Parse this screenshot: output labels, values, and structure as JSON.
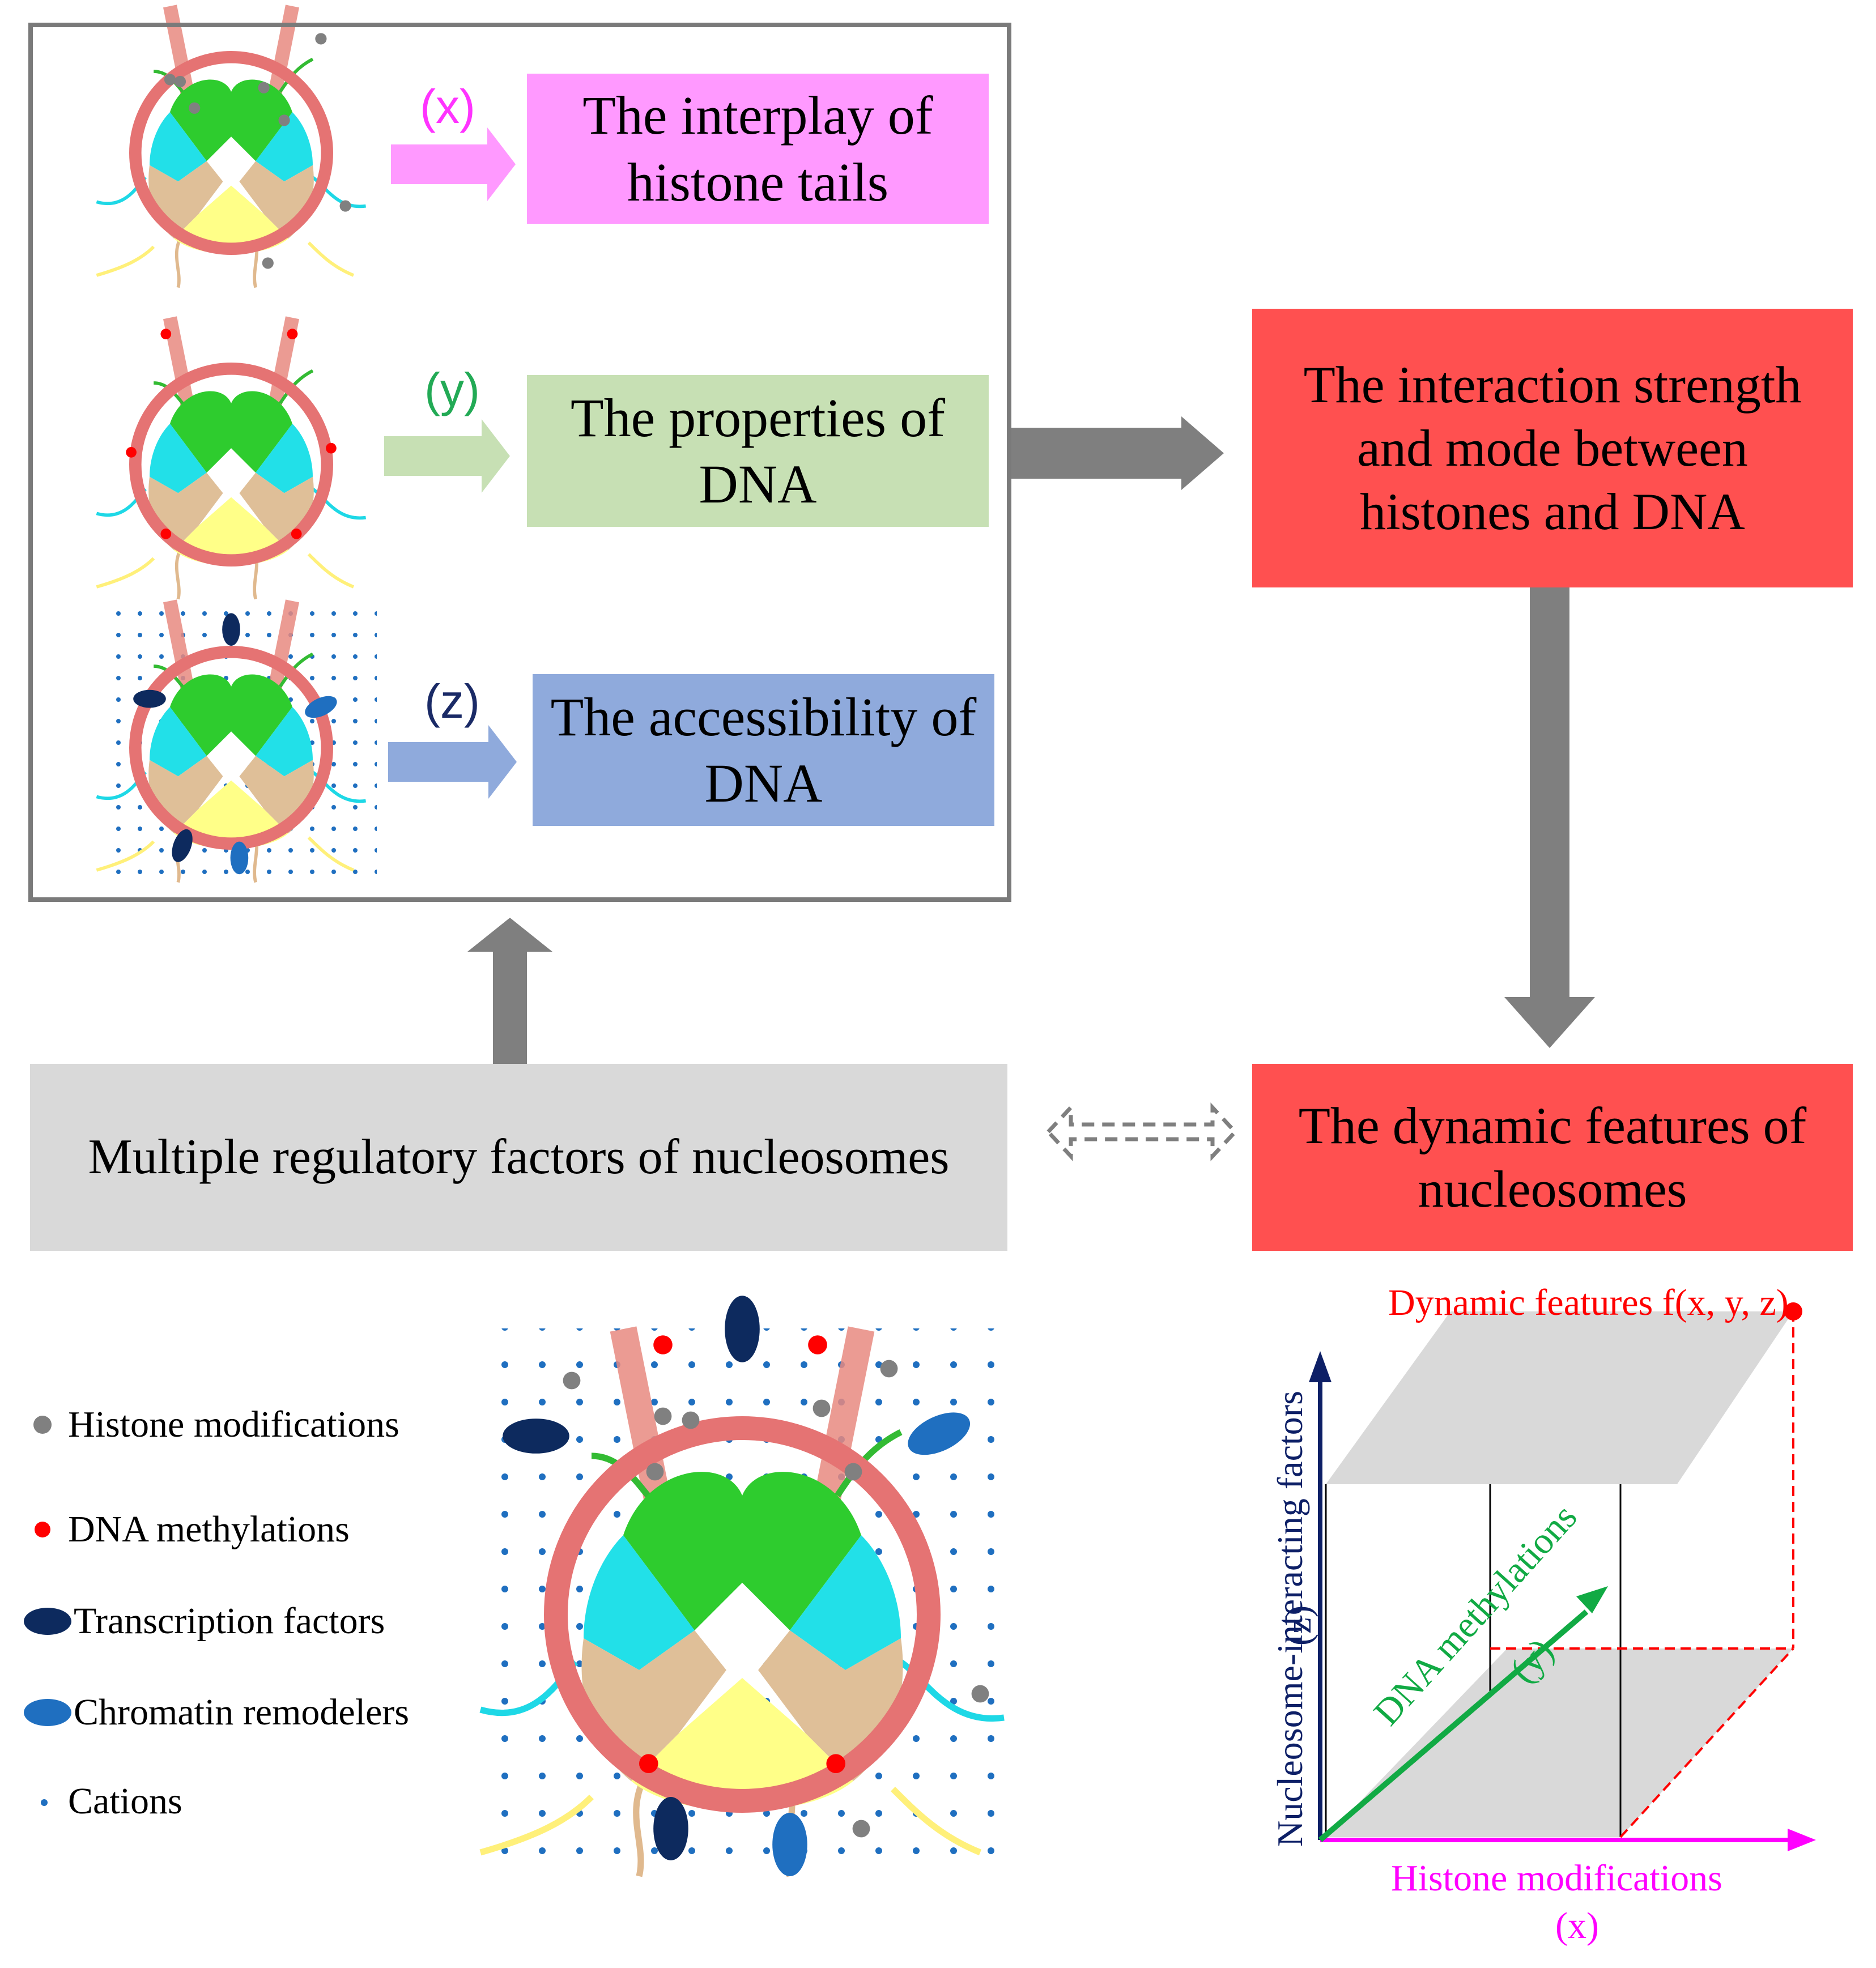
{
  "factors": [
    {
      "letter": "(x)",
      "label_line1": "The interplay of",
      "label_line2": "histone tails",
      "color": "#ff99ff",
      "letter_color": "#ff33ff",
      "arrow_color": "#ff99ff"
    },
    {
      "letter": "(y)",
      "label_line1": "The properties of",
      "label_line2": "DNA",
      "color": "#c7e0b4",
      "letter_color": "#22aa55",
      "arrow_color": "#c7e0b4"
    },
    {
      "letter": "(z)",
      "label_line1": "The accessibility of",
      "label_line2": "DNA",
      "color": "#8faadc",
      "letter_color": "#1a2a66",
      "arrow_color": "#8faadc"
    }
  ],
  "interaction_box": {
    "line1": "The interaction strength",
    "line2": "and mode between",
    "line3": "histones and DNA",
    "color": "#ff5050"
  },
  "dynamic_box": {
    "line1": "The dynamic features of",
    "line2": "nucleosomes",
    "color": "#ff5050"
  },
  "regulatory_box": {
    "label": "Multiple regulatory factors of nucleosomes",
    "color": "#d9d9d9"
  },
  "legend": [
    {
      "label": "Histone modifications",
      "icon": "gray-dot-icon",
      "color": "#808080"
    },
    {
      "label": "DNA methylations",
      "icon": "red-dot-icon",
      "color": "#ff0000"
    },
    {
      "label": "Transcription factors",
      "icon": "navy-ellipse-icon",
      "color": "#0d2a5e"
    },
    {
      "label": "Chromatin remodelers",
      "icon": "blue-ellipse-icon",
      "color": "#1f6fc0"
    },
    {
      "label": "Cations",
      "icon": "small-blue-dot-icon",
      "color": "#1f6fc0"
    }
  ],
  "plot3d": {
    "title": "Dynamic features f(x, y, z)",
    "x_label": "Histone modifications",
    "x_sub": "(x)",
    "y_label": "DNA methylations",
    "y_sub": "(y)",
    "z_label": "Nucleosome-interacting factors",
    "z_sub": "(z)",
    "x_color": "#ff00ff",
    "y_color": "#11aa44",
    "z_color": "#0d1f66",
    "title_color": "#ff0000"
  }
}
